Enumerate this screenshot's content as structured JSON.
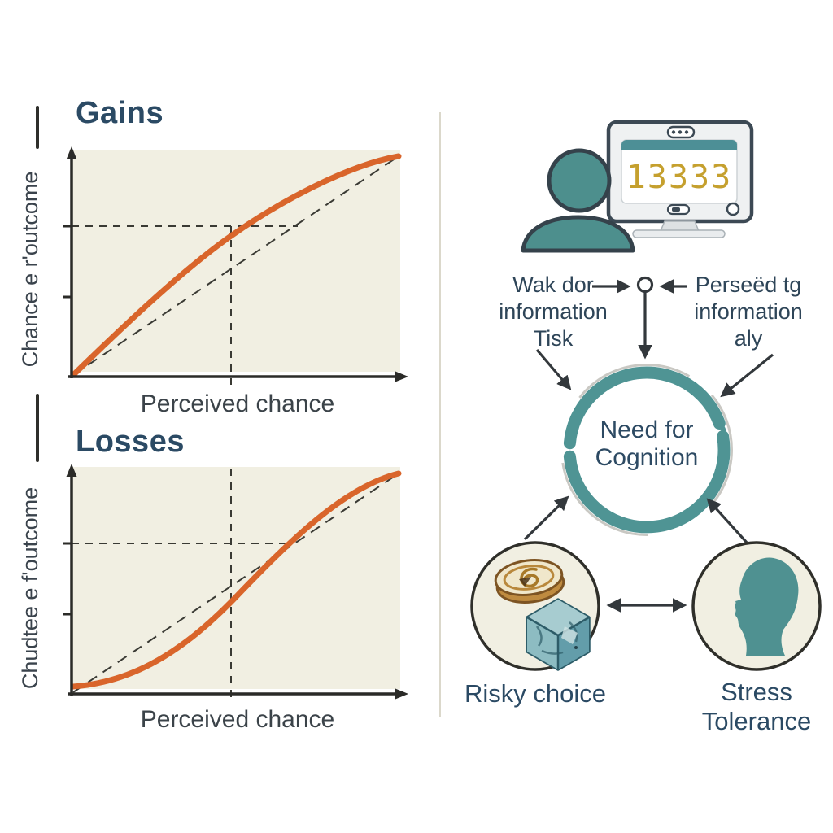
{
  "left_panel": {
    "gains_chart": {
      "title": "Gains",
      "ylabel": "Chance e r'outcome",
      "xlabel": "Perceived chance"
    },
    "losses_chart": {
      "title": "Losses",
      "ylabel": "Chudtee e f'outcome",
      "xlabel": "Perceived chance"
    }
  },
  "right_panel": {
    "monitor": {
      "display_value": "13333"
    },
    "factor_left": {
      "line1": "Wak dor",
      "line2": "information",
      "line3": "Tisk"
    },
    "factor_right": {
      "line1": "Perseëd tg",
      "line2": "information",
      "line3": "aly"
    },
    "core_construct": {
      "line1": "Need for",
      "line2": "Cognition"
    },
    "outcome_left": {
      "label": "Risky choice"
    },
    "outcome_right": {
      "line1": "Stress",
      "line2": "Tolerance"
    }
  },
  "colors": {
    "curve_orange": "#d9652b",
    "teal": "#4f9494",
    "slate_text": "#2b4a64",
    "gold_digits": "#c5a02e",
    "plot_background": "#f1efe2",
    "arrow": "#33383c"
  },
  "chart_data": [
    {
      "type": "line",
      "title": "Gains",
      "xlabel": "Perceived chance",
      "ylabel": "Chance e r'outcome",
      "x_range": [
        0,
        1
      ],
      "y_range": [
        0,
        1
      ],
      "grid": false,
      "series": [
        {
          "name": "probability weighting curve (gains)",
          "style": "solid orange, concave",
          "x": [
            0,
            0.25,
            0.5,
            0.75,
            1
          ],
          "y": [
            0,
            0.35,
            0.62,
            0.85,
            1
          ]
        },
        {
          "name": "identity reference line",
          "style": "dashed diagonal",
          "x": [
            0,
            1
          ],
          "y": [
            0,
            1
          ]
        }
      ],
      "annotations": [
        "dashed crosshair at approx x=0.48, y=0.68",
        "two unlabeled y-axis ticks"
      ]
    },
    {
      "type": "line",
      "title": "Losses",
      "xlabel": "Perceived chance",
      "ylabel": "Chudtee e f'outcome",
      "x_range": [
        0,
        1
      ],
      "y_range": [
        0,
        1
      ],
      "grid": false,
      "series": [
        {
          "name": "probability weighting curve (losses)",
          "style": "solid orange, s-shaped",
          "x": [
            0,
            0.25,
            0.5,
            0.75,
            1
          ],
          "y": [
            0.03,
            0.13,
            0.42,
            0.83,
            1
          ]
        },
        {
          "name": "identity reference line",
          "style": "dashed diagonal",
          "x": [
            0,
            1
          ],
          "y": [
            0,
            1
          ]
        }
      ],
      "annotations": [
        "dashed crosshair at approx x=0.48, y=0.68",
        "two unlabeled y-axis ticks"
      ]
    }
  ]
}
